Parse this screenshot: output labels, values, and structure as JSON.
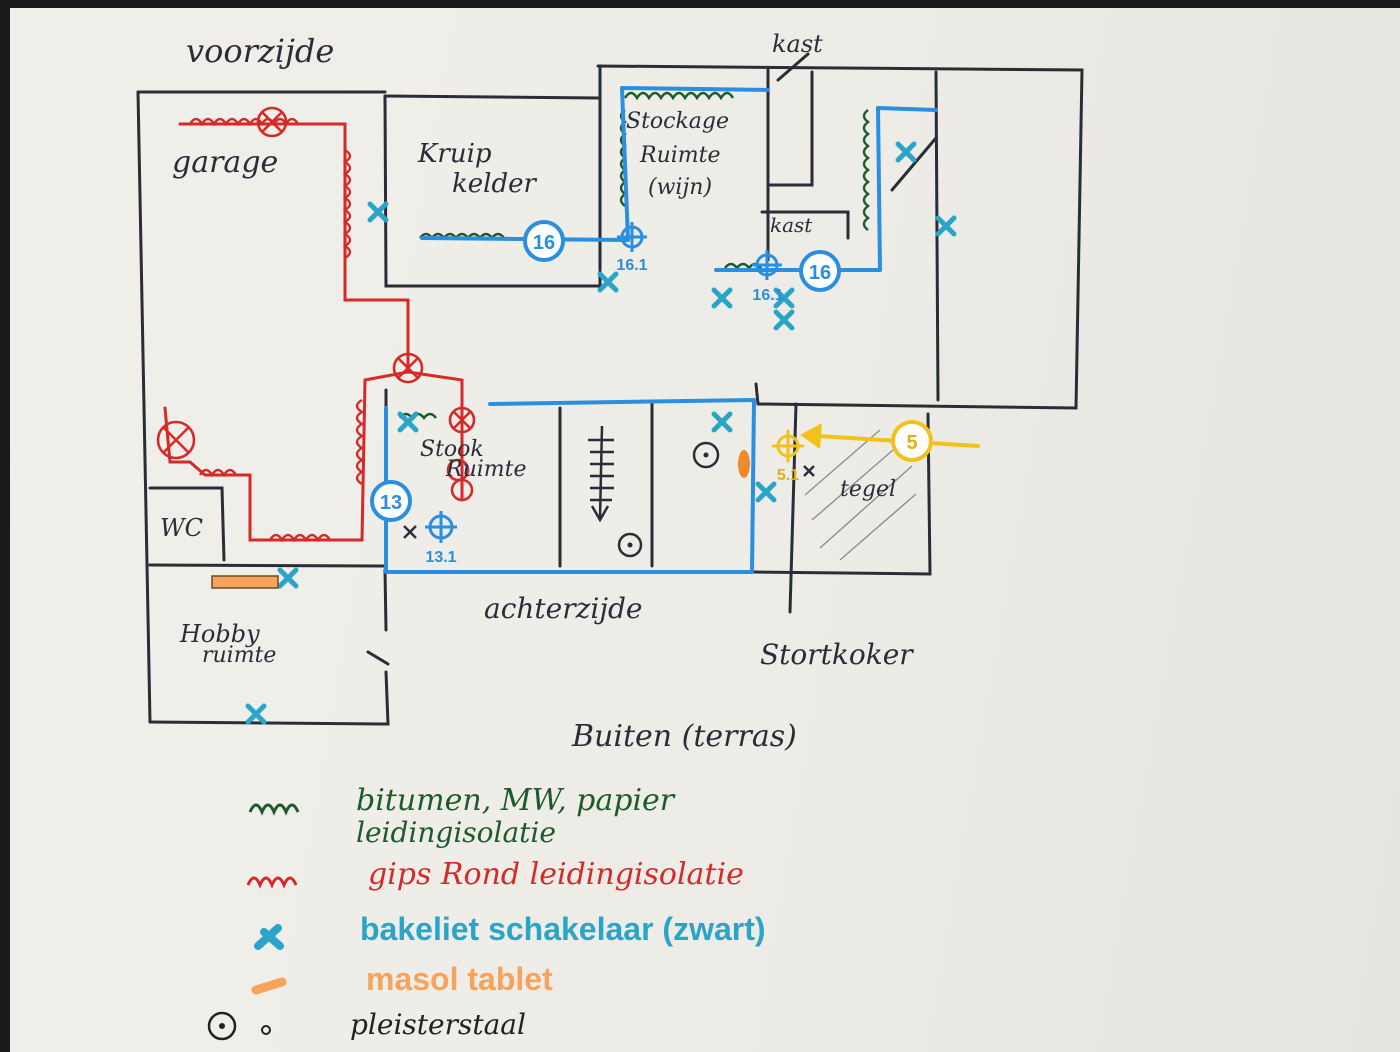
{
  "labels": {
    "voorzijde": "voorzijde",
    "kast_top": "kast",
    "garage": "garage",
    "kruip_1": "Kruip",
    "kruip_2": "kelder",
    "stockage_1": "Stockage",
    "stockage_2": "Ruimte",
    "stockage_3": "(wijn)",
    "kast_mid": "kast",
    "stook_1": "Stook",
    "stook_2": "Ruimte",
    "wc": "WC",
    "hobby_1": "Hobby",
    "hobby_2": "ruimte",
    "tegel": "tegel",
    "achterzijde": "achterzijde",
    "stortkoker": "Stortkoker",
    "buiten": "Buiten (terras)"
  },
  "markers": [
    {
      "number": "16",
      "sub": "16.1"
    },
    {
      "number": "16",
      "sub": "16.1"
    },
    {
      "number": "13",
      "sub": "13.1"
    },
    {
      "number": "5",
      "sub": "5.1"
    }
  ],
  "legend": [
    {
      "text": "bitumen, MW, papier",
      "color": "#1f5a2c"
    },
    {
      "text": "leidingisolatie",
      "color": "#1f5a2c"
    },
    {
      "text": "gips Rond leidingisolatie",
      "color": "#d42a2a"
    },
    {
      "text": "bakeliet schakelaar (zwart)",
      "color": "#2aa5c8"
    },
    {
      "text": "masol tablet",
      "color": "#f7a35c"
    },
    {
      "text": "pleisterstaal",
      "color": "#222222"
    }
  ],
  "colors": {
    "ink": "#2a2d38",
    "green": "#1f5a2c",
    "red": "#d42a2a",
    "cyan": "#2aa5c8",
    "blue": "#2a8fe0",
    "yellow": "#f2c21a",
    "orange": "#f7a35c"
  }
}
